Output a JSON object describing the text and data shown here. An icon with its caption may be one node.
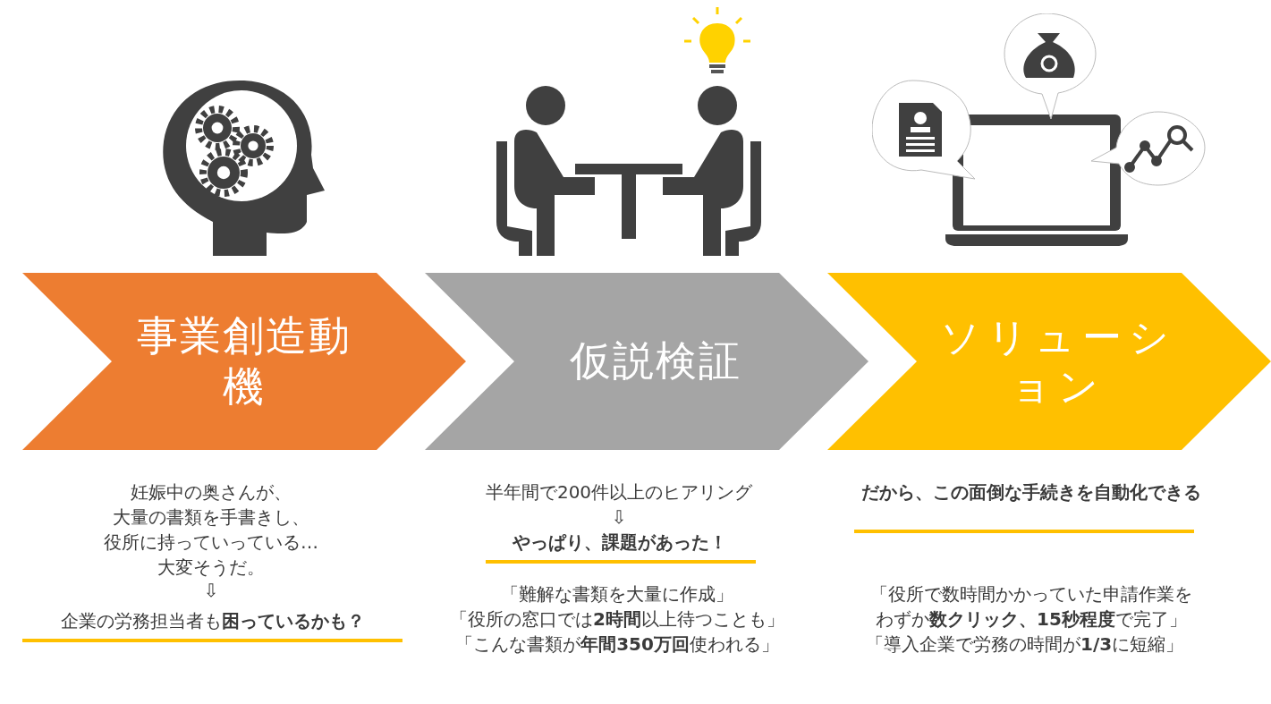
{
  "diagram": {
    "nodes": [
      {
        "text": [
          "事業創造動機"
        ]
      },
      {
        "text": [
          "仮説検証"
        ]
      },
      {
        "text": [
          "ソリューション"
        ]
      }
    ],
    "labels": [
      "妊娠中の奥さんが、大量の書類を手書きし、役所に持っていっている…大変そうだ。",
      "⇩",
      "企業の労務担当者も**困っているかも？**",
      "半年間で200件以上のヒアリング",
      "⇩",
      "やっぱり、課題があった！",
      "「難解な書類を大量に作成」",
      "「役所の窓口では**2時間**以上待つことも」",
      "「こんな書類が**年間350万回**使われる」",
      "だから、この面倒な手続きを自動化できる",
      "「役所で数時間かかっていた申請作業をわずか**数クリック、15秒程度**で完了」",
      "「導入企業で労務の時間が**1/3**に短縮」"
    ]
  }
}
